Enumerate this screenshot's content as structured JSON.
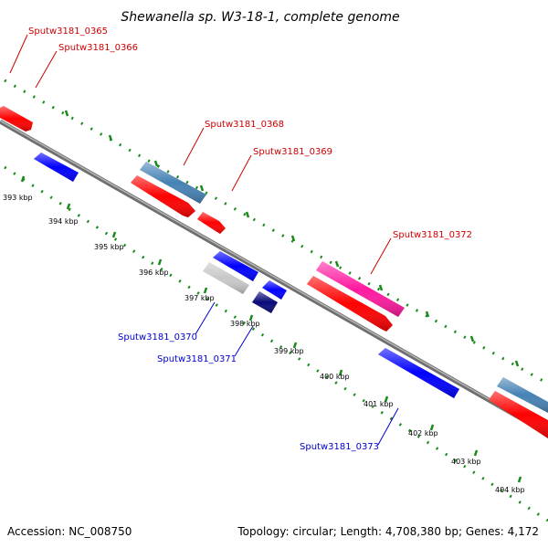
{
  "title": "Shewanella sp. W3-18-1, complete genome",
  "accession_label": "Accession: NC_008750",
  "summary_label": "Topology: circular; Length: 4,708,380 bp; Genes: 4,172",
  "colors": {
    "backbone": "#808080",
    "tick": "#1a8a1a",
    "label_forward": "#cc0000",
    "label_reverse": "#0000cc",
    "red": "#ff0000",
    "blue": "#0000ff",
    "steelblue": "#4682b4",
    "pink": "#ff1aa0",
    "gray": "#c8c8c8",
    "navy": "#0a0a7a"
  },
  "ticks": {
    "labels": [
      "393 kbp",
      "394 kbp",
      "395 kbp",
      "396 kbp",
      "397 kbp",
      "398 kbp",
      "399 kbp",
      "400 kbp",
      "401 kbp",
      "402 kbp",
      "403 kbp",
      "404 kbp"
    ]
  },
  "gene_labels": [
    {
      "name": "Sputw3181_0365",
      "strand": "forward"
    },
    {
      "name": "Sputw3181_0366",
      "strand": "forward"
    },
    {
      "name": "Sputw3181_0368",
      "strand": "forward"
    },
    {
      "name": "Sputw3181_0369",
      "strand": "forward"
    },
    {
      "name": "Sputw3181_0372",
      "strand": "forward"
    },
    {
      "name": "Sputw3181_0370",
      "strand": "reverse"
    },
    {
      "name": "Sputw3181_0371",
      "strand": "reverse"
    },
    {
      "name": "Sputw3181_0373",
      "strand": "reverse"
    }
  ]
}
